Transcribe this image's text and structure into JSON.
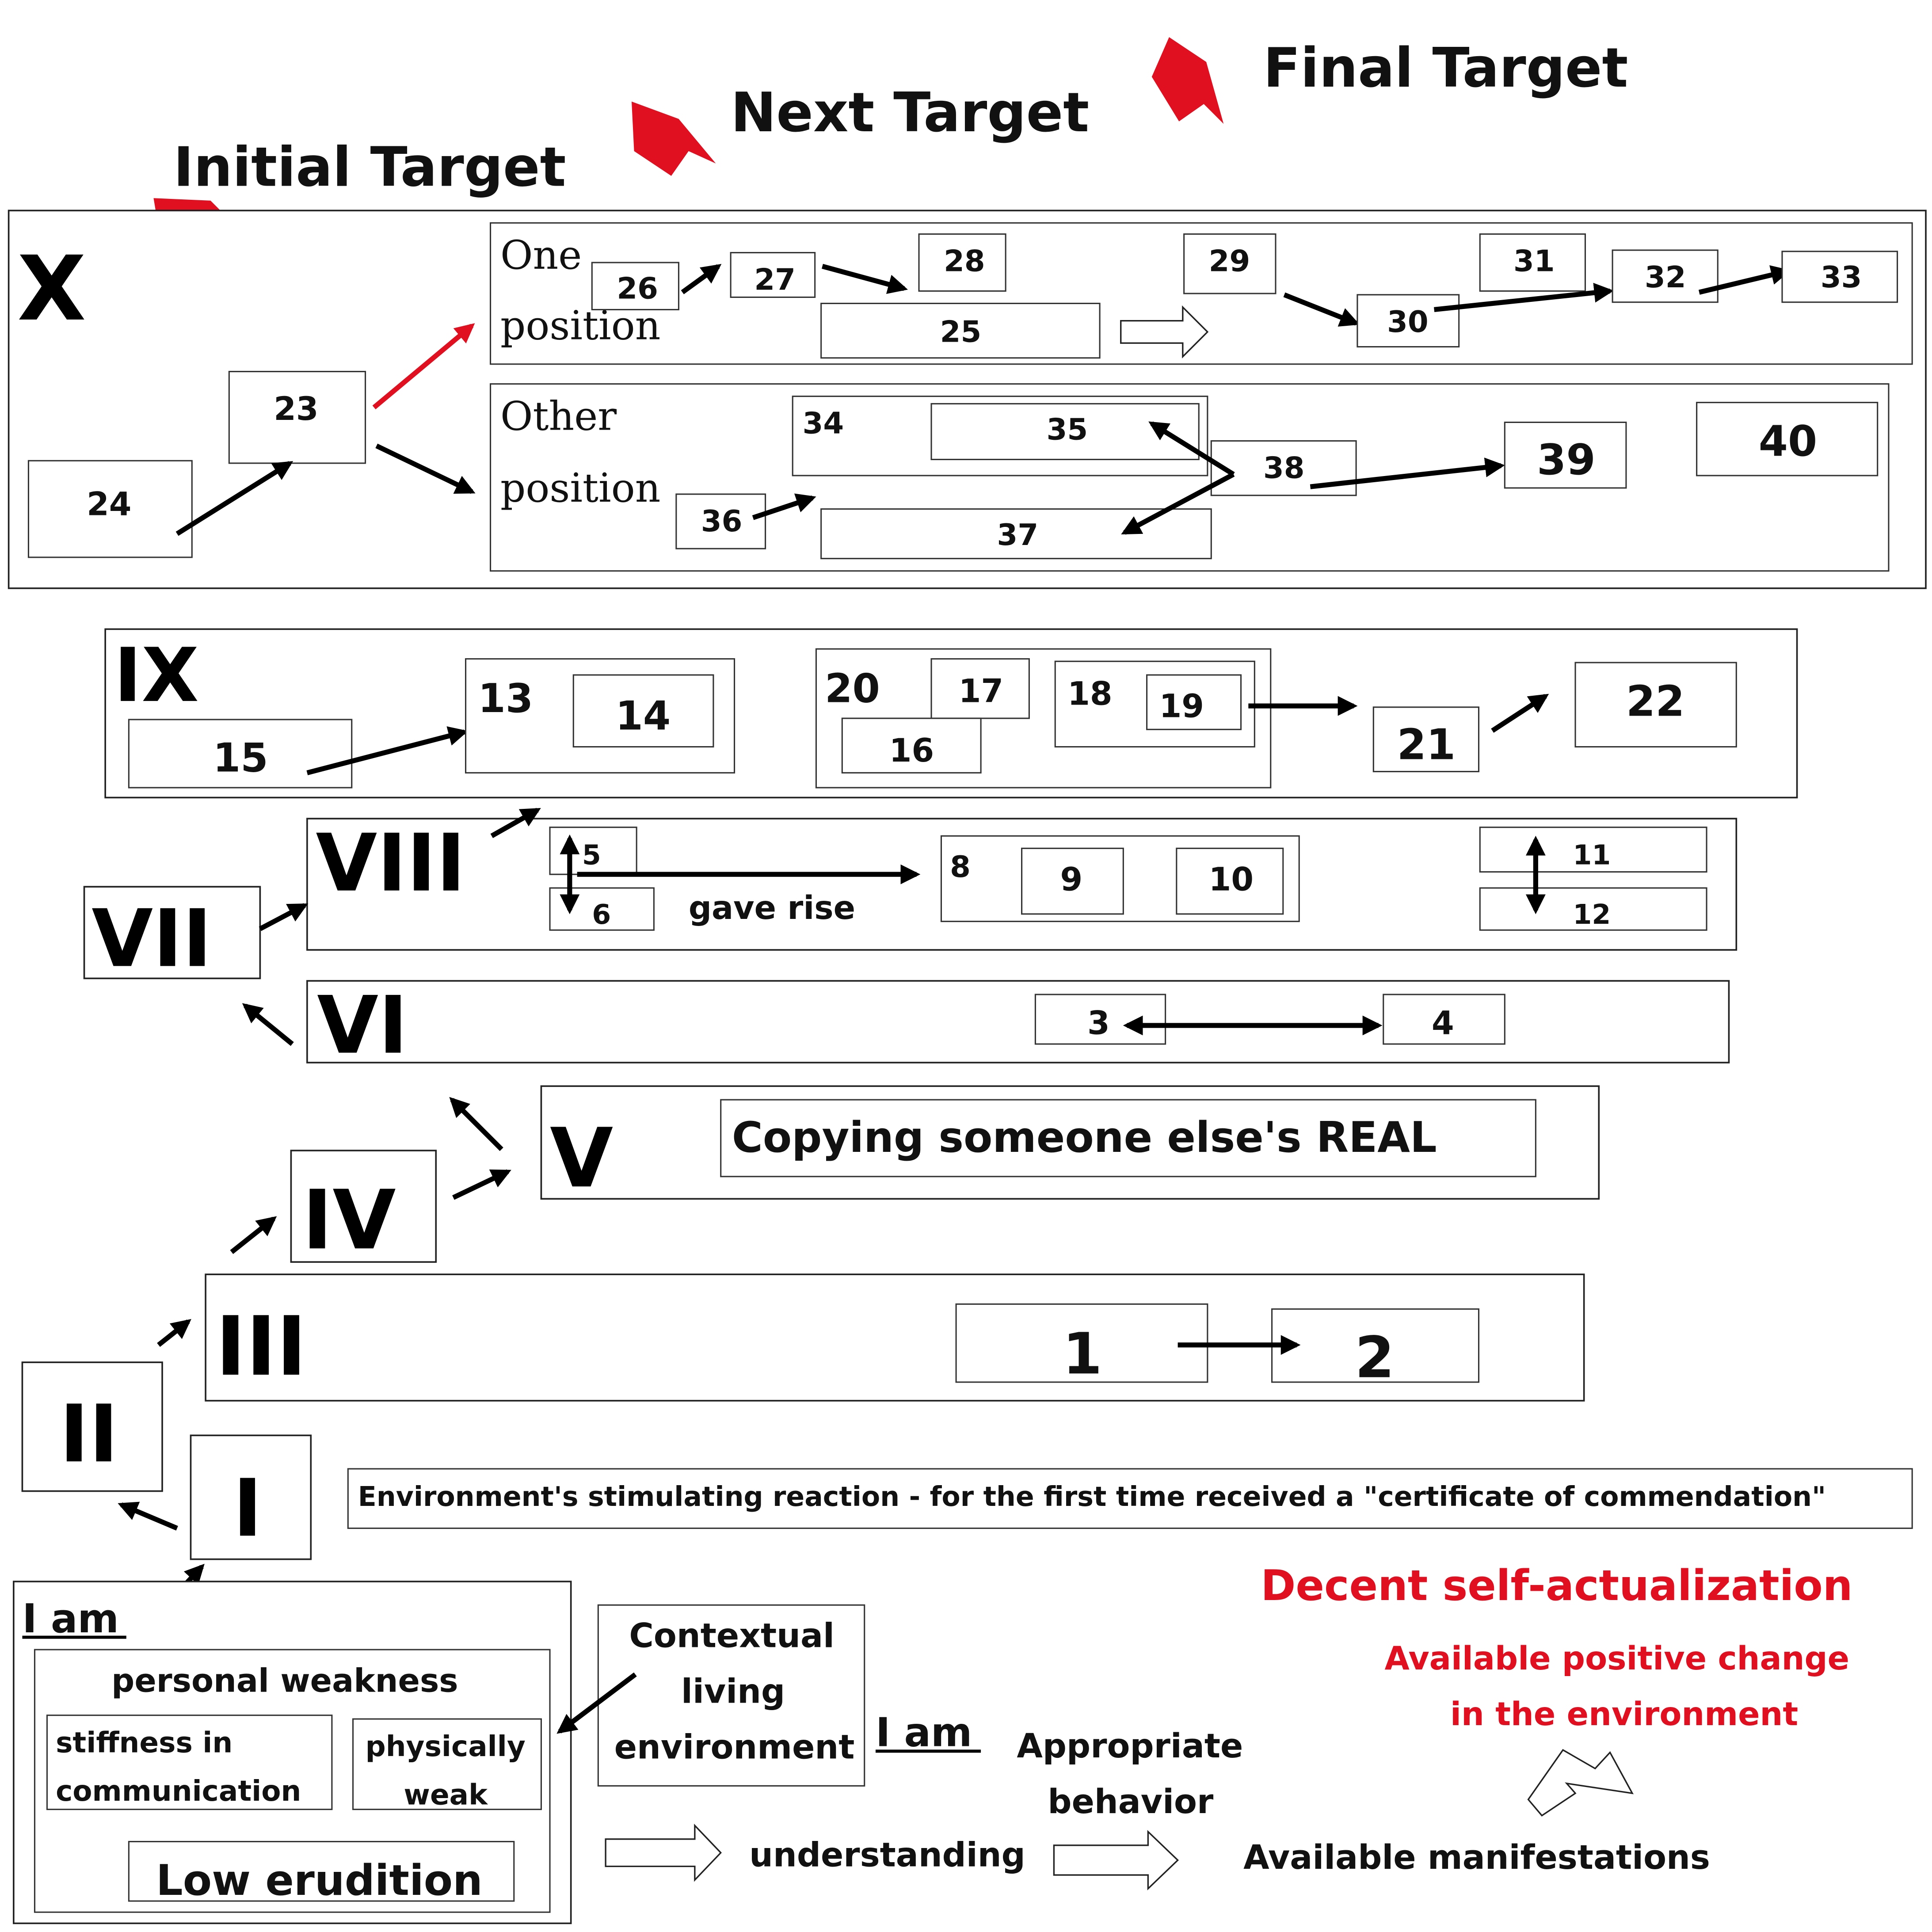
{
  "targets": {
    "initial": "Initial Target",
    "next": "Next Target",
    "final": "Final Target"
  },
  "levels": {
    "I": "I",
    "II": "II",
    "III": "III",
    "IV": "IV",
    "V": "V",
    "VI": "VI",
    "VII": "VII",
    "VIII": "VIII",
    "IX": "IX",
    "X": "X"
  },
  "level_x": {
    "one_position_1": "One",
    "one_position_2": "position",
    "other_position_1": "Other",
    "other_position_2": "position"
  },
  "numbers": {
    "n1": "1",
    "n2": "2",
    "n3": "3",
    "n4": "4",
    "n5": "5",
    "n6": "6",
    "n8": "8",
    "n9": "9",
    "n10": "10",
    "n11": "11",
    "n12": "12",
    "n13": "13",
    "n14": "14",
    "n15": "15",
    "n16": "16",
    "n17": "17",
    "n18": "18",
    "n19": "19",
    "n20": "20",
    "n21": "21",
    "n22": "22",
    "n23": "23",
    "n24": "24",
    "n25": "25",
    "n26": "26",
    "n27": "27",
    "n28": "28",
    "n29": "29",
    "n30": "30",
    "n31": "31",
    "n32": "32",
    "n33": "33",
    "n34": "34",
    "n35": "35",
    "n36": "36",
    "n37": "37",
    "n38": "38",
    "n39": "39",
    "n40": "40"
  },
  "labels": {
    "gave_rise": "gave rise",
    "copying": "Copying someone else's REAL",
    "environment_reaction": "Environment's stimulating reaction - for the first time received a \"certificate of commendation\""
  },
  "bottom": {
    "i_am": "I am",
    "personal_weakness": "personal weakness",
    "stiffness_1": "stiffness in",
    "stiffness_2": "communication",
    "physically_1": "physically",
    "physically_2": "weak",
    "low_erudition": "Low erudition",
    "contextual_1": "Contextual",
    "contextual_2": "living",
    "contextual_3": "environment",
    "i_am_2": "I am",
    "appropriate_1": "Appropriate",
    "appropriate_2": "behavior",
    "understanding": "understanding",
    "available_manifestations": "Available manifestations"
  },
  "outcome": {
    "decent": "Decent self-actualization",
    "change_1": "Available positive change",
    "change_2": "in the environment"
  },
  "colors": {
    "accent_red": "#e01020",
    "ink": "#000000"
  }
}
